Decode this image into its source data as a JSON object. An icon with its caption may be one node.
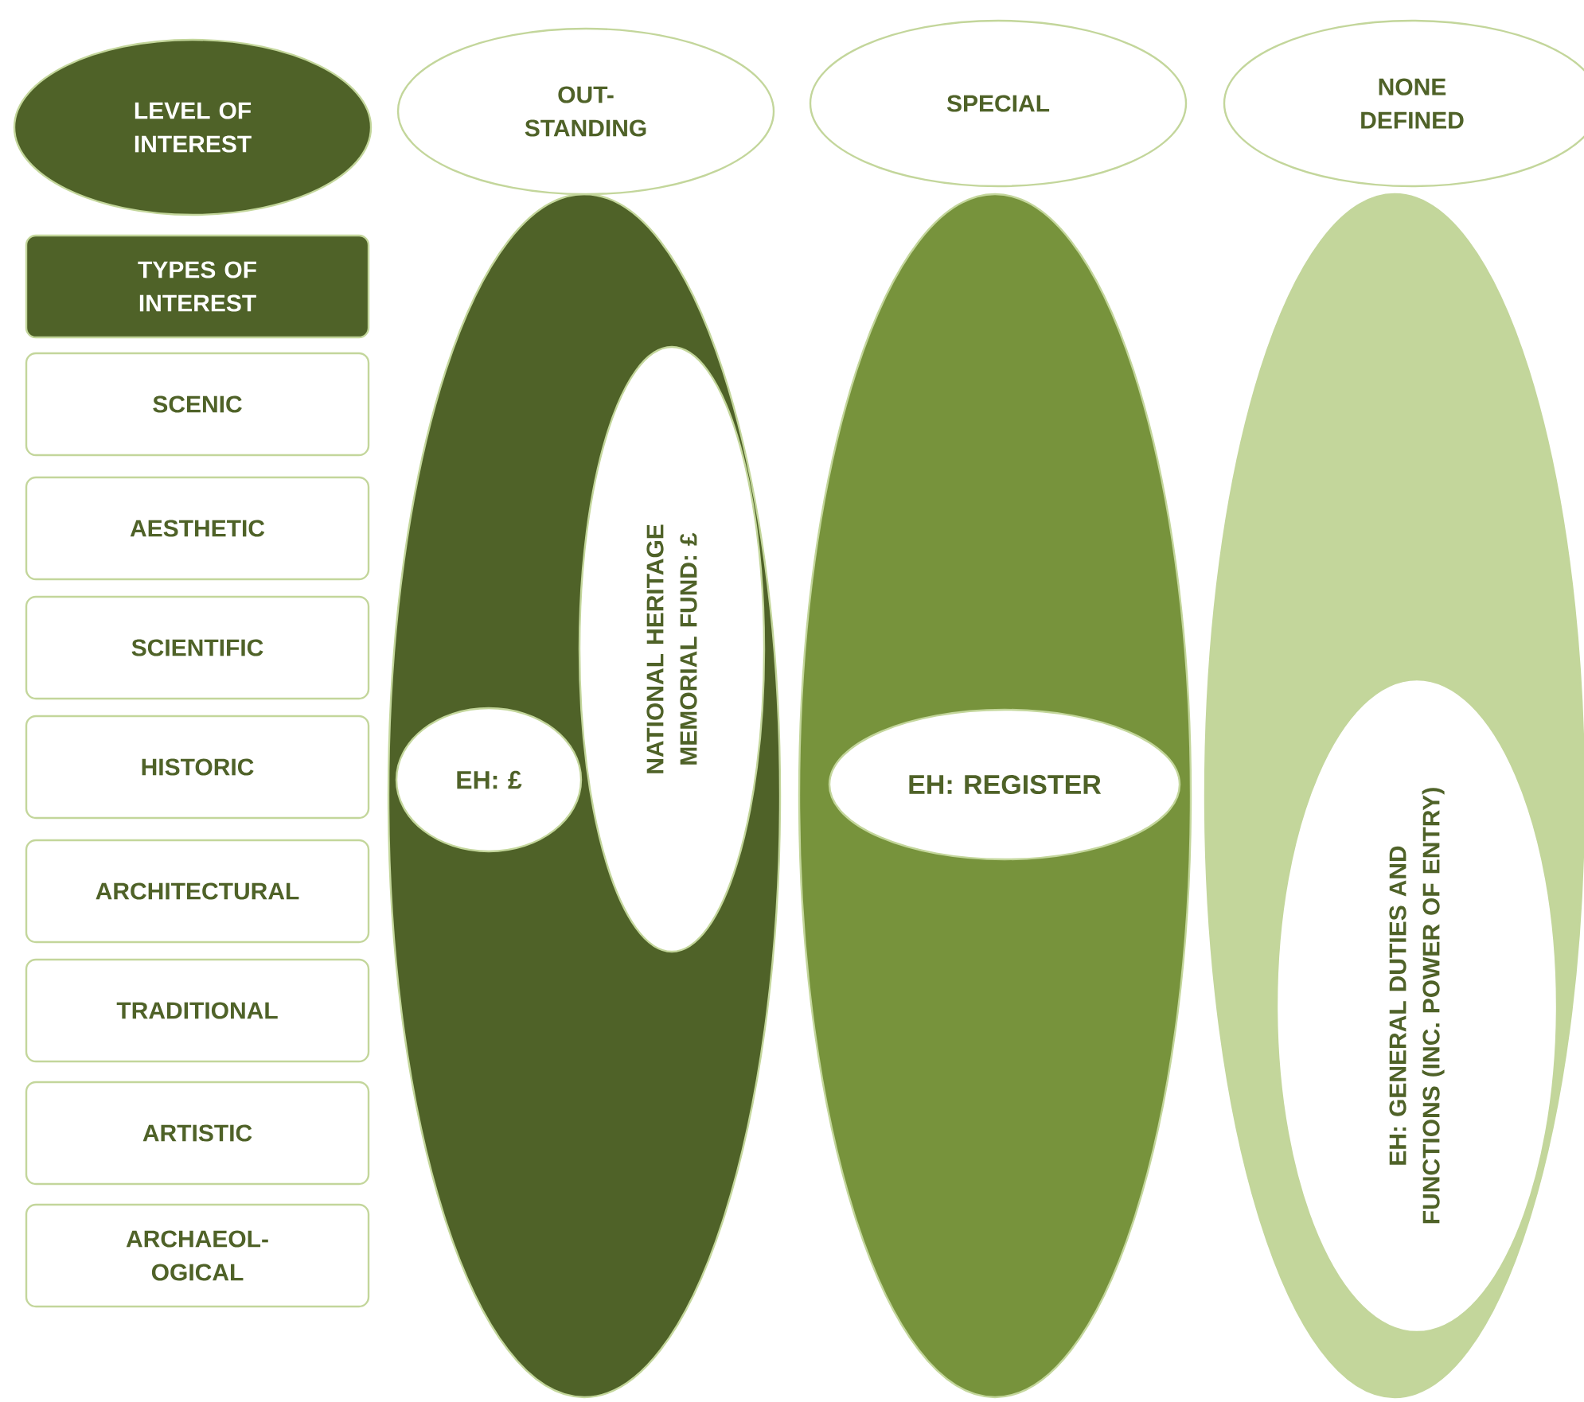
{
  "diagram": {
    "nodes": [
      {
        "text": [
          "LEVEL OF INTEREST"
        ]
      },
      {
        "text": [
          "OUT- STANDING"
        ]
      },
      {
        "text": [
          "SPECIAL"
        ]
      },
      {
        "text": [
          "NONE DEFINED"
        ]
      },
      {
        "text": [
          "TYPES OF INTEREST"
        ]
      },
      {
        "text": [
          "SCENIC"
        ]
      },
      {
        "text": [
          "AESTHETIC"
        ]
      },
      {
        "text": [
          "SCIENTIFIC"
        ]
      },
      {
        "text": [
          "HISTORIC"
        ]
      },
      {
        "text": [
          "ARCHITECTURAL"
        ]
      },
      {
        "text": [
          "TRADITIONAL"
        ]
      },
      {
        "text": [
          "ARTISTIC"
        ]
      },
      {
        "text": [
          "ARCHAEOL- OGICAL"
        ]
      },
      {
        "text": [],
        "shape": "ellipse"
      },
      {
        "text": [
          "NATIONAL HERITAGE MEMORIAL FUND: £"
        ],
        "in": 13
      },
      {
        "text": [
          "EH: £"
        ],
        "in": 13
      },
      {
        "text": [],
        "shape": "ellipse"
      },
      {
        "text": [
          "EH: REGISTER"
        ],
        "in": 16
      },
      {
        "text": [],
        "shape": "ellipse"
      },
      {
        "text": [
          "EH: GENERAL DUTIES AND FUNCTIONS (INC. POWER OF ENTRY)"
        ],
        "in": 18
      }
    ]
  }
}
